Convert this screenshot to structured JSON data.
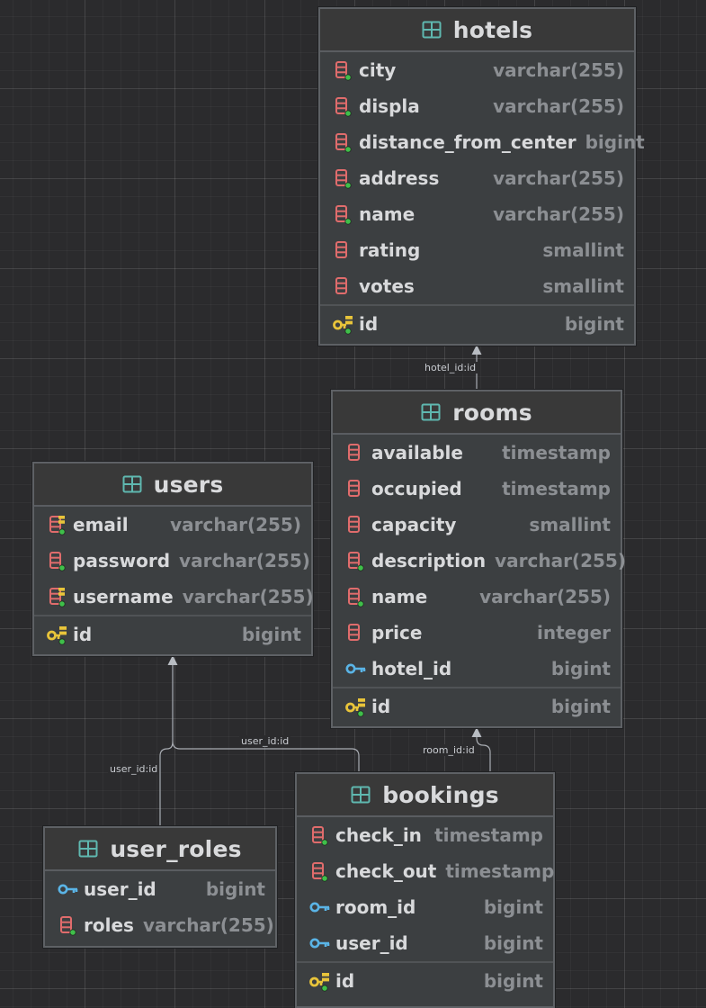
{
  "colors": {
    "background": "#2b2b2d",
    "table_fill": "#3c3f41",
    "column_icon": "#e06c6c",
    "not_null_dot": "#3fbf4a",
    "foreign_key_icon": "#5ab4e6",
    "primary_key_icon": "#e8c43a",
    "table_icon": "#5fb8b0"
  },
  "tables": {
    "hotels": {
      "name": "hotels",
      "columns": [
        {
          "name": "city",
          "type": "varchar(255)",
          "icon": "column-icon",
          "not_null": true
        },
        {
          "name": "displa",
          "type": "varchar(255)",
          "icon": "column-icon",
          "not_null": true
        },
        {
          "name": "distance_from_center",
          "type": "bigint",
          "icon": "column-icon",
          "not_null": true
        },
        {
          "name": "address",
          "type": "varchar(255)",
          "icon": "column-icon",
          "not_null": true
        },
        {
          "name": "name",
          "type": "varchar(255)",
          "icon": "column-icon",
          "not_null": true
        },
        {
          "name": "rating",
          "type": "smallint",
          "icon": "column-icon",
          "not_null": false
        },
        {
          "name": "votes",
          "type": "smallint",
          "icon": "column-icon",
          "not_null": false
        }
      ],
      "pk": {
        "name": "id",
        "type": "bigint",
        "icon": "primary-key-icon",
        "not_null": true
      }
    },
    "rooms": {
      "name": "rooms",
      "columns": [
        {
          "name": "available",
          "type": "timestamp",
          "icon": "column-icon",
          "not_null": false
        },
        {
          "name": "occupied",
          "type": "timestamp",
          "icon": "column-icon",
          "not_null": false
        },
        {
          "name": "capacity",
          "type": "smallint",
          "icon": "column-icon",
          "not_null": false
        },
        {
          "name": "description",
          "type": "varchar(255)",
          "icon": "column-icon",
          "not_null": true
        },
        {
          "name": "name",
          "type": "varchar(255)",
          "icon": "column-icon",
          "not_null": true
        },
        {
          "name": "price",
          "type": "integer",
          "icon": "column-icon",
          "not_null": false
        },
        {
          "name": "hotel_id",
          "type": "bigint",
          "icon": "foreign-key-icon",
          "not_null": false
        }
      ],
      "pk": {
        "name": "id",
        "type": "bigint",
        "icon": "primary-key-icon",
        "not_null": true
      }
    },
    "users": {
      "name": "users",
      "columns": [
        {
          "name": "email",
          "type": "varchar(255)",
          "icon": "unique-column-icon",
          "not_null": true
        },
        {
          "name": "password",
          "type": "varchar(255)",
          "icon": "column-icon",
          "not_null": true
        },
        {
          "name": "username",
          "type": "varchar(255)",
          "icon": "unique-column-icon",
          "not_null": true
        }
      ],
      "pk": {
        "name": "id",
        "type": "bigint",
        "icon": "primary-key-icon",
        "not_null": true
      }
    },
    "user_roles": {
      "name": "user_roles",
      "columns": [
        {
          "name": "user_id",
          "type": "bigint",
          "icon": "foreign-key-icon",
          "not_null": false
        },
        {
          "name": "roles",
          "type": "varchar(255)",
          "icon": "column-icon",
          "not_null": true
        }
      ]
    },
    "bookings": {
      "name": "bookings",
      "columns": [
        {
          "name": "check_in",
          "type": "timestamp",
          "icon": "column-icon",
          "not_null": true
        },
        {
          "name": "check_out",
          "type": "timestamp",
          "icon": "column-icon",
          "not_null": true
        },
        {
          "name": "room_id",
          "type": "bigint",
          "icon": "foreign-key-icon",
          "not_null": false
        },
        {
          "name": "user_id",
          "type": "bigint",
          "icon": "foreign-key-icon",
          "not_null": false
        }
      ],
      "pk": {
        "name": "id",
        "type": "bigint",
        "icon": "primary-key-icon",
        "not_null": true
      }
    }
  },
  "relations": {
    "rooms_hotels": "hotel_id:id",
    "bookings_rooms": "room_id:id",
    "bookings_users": "user_id:id",
    "user_roles_users": "user_id:id"
  }
}
